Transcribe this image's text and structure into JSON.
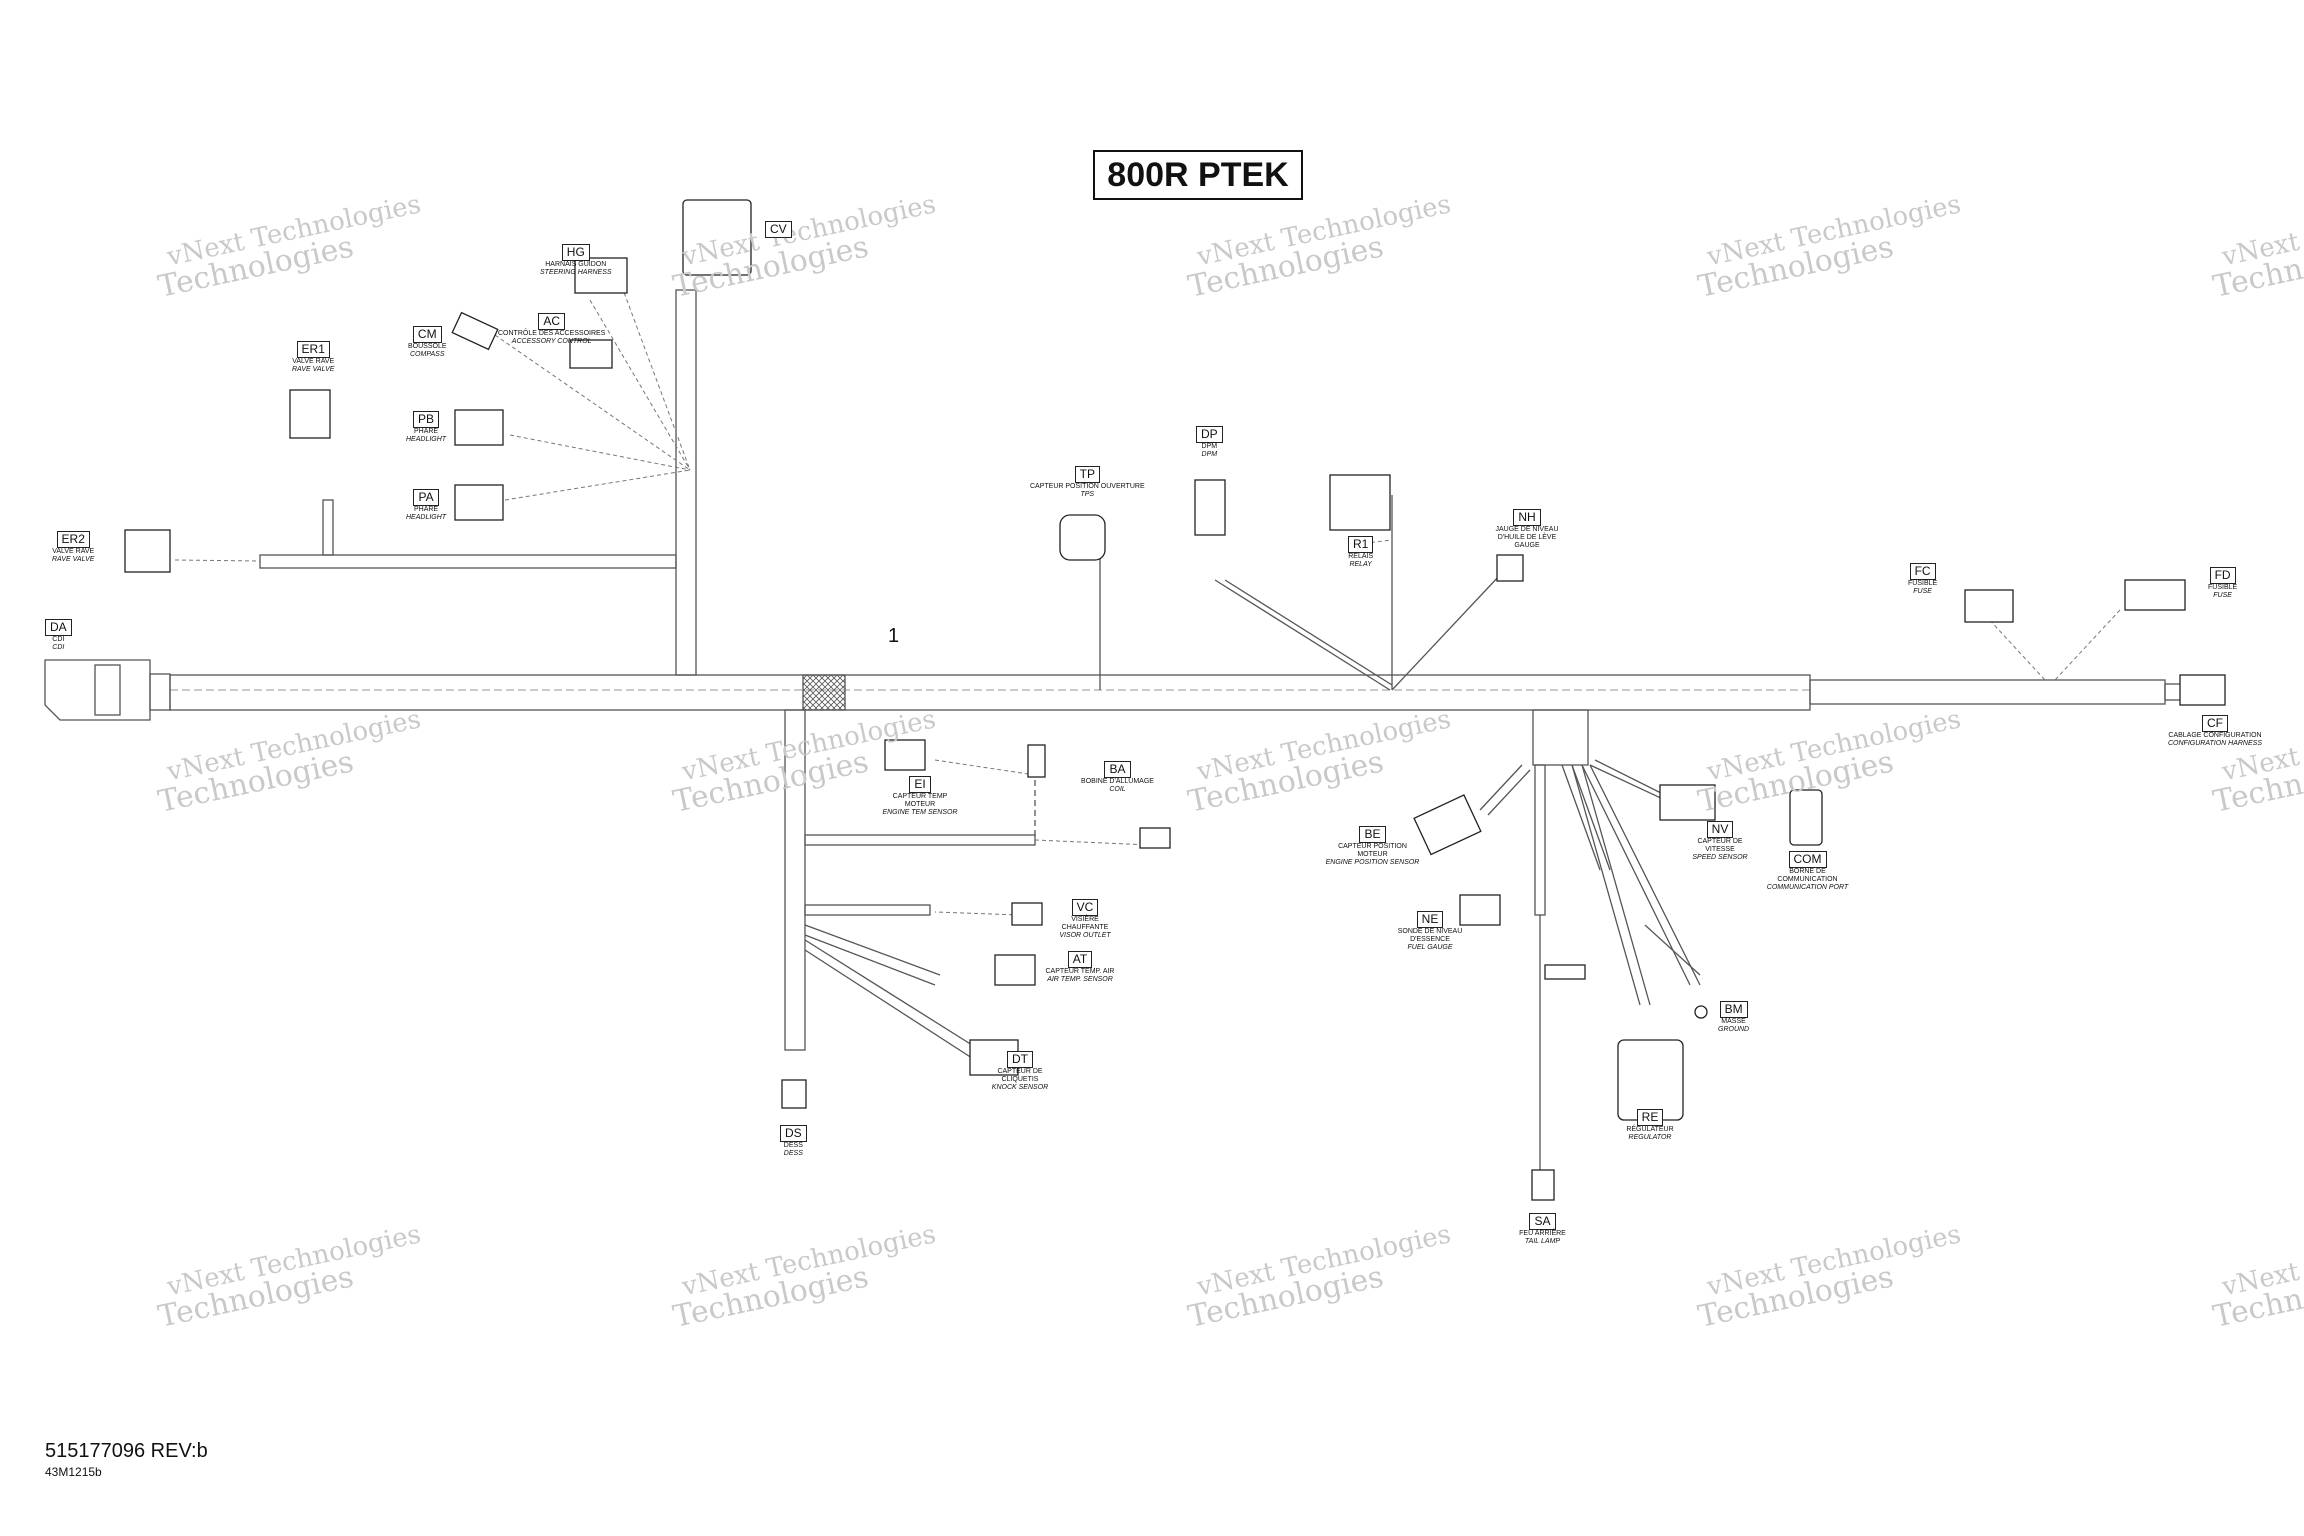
{
  "title": "800R PTEK",
  "part_number": "515177096 REV:b",
  "drawing_ref": "43M1215b",
  "callout": "1",
  "watermark": {
    "line1": "vNext Technologies",
    "line2": "Technologies"
  },
  "connectors": [
    {
      "code": "HG",
      "fr": "HARNAIS GUIDON",
      "en": "STEERING HARNESS"
    },
    {
      "code": "CV",
      "fr": "",
      "en": ""
    },
    {
      "code": "AC",
      "fr": "CONTRÔLE DES ACCESSOIRES",
      "en": "ACCESSORY CONTROL"
    },
    {
      "code": "CM",
      "fr": "BOUSSOLE",
      "en": "COMPASS"
    },
    {
      "code": "ER1",
      "fr": "VALVE RAVE",
      "en": "RAVE VALVE"
    },
    {
      "code": "PB",
      "fr": "PHARE",
      "en": "HEADLIGHT"
    },
    {
      "code": "PA",
      "fr": "PHARE",
      "en": "HEADLIGHT"
    },
    {
      "code": "ER2",
      "fr": "VALVE RAVE",
      "en": "RAVE VALVE"
    },
    {
      "code": "DA",
      "fr": "CDI",
      "en": "CDI"
    },
    {
      "code": "TP",
      "fr": "CAPTEUR POSITION OUVERTURE",
      "en": "TPS"
    },
    {
      "code": "DP",
      "fr": "DPM",
      "en": "DPM"
    },
    {
      "code": "R1",
      "fr": "RELAIS",
      "en": "RELAY"
    },
    {
      "code": "NH",
      "fr": "JAUGE DE NIVEAU D'HUILE DE LÈVE GAUGE",
      "en": ""
    },
    {
      "code": "FC",
      "fr": "FUSIBLE",
      "en": "FUSE"
    },
    {
      "code": "FD",
      "fr": "FUSIBLE",
      "en": "FUSE"
    },
    {
      "code": "CF",
      "fr": "CABLAGE CONFIGURATION",
      "en": "CONFIGURATION HARNESS"
    },
    {
      "code": "EI",
      "fr": "CAPTEUR TEMP MOTEUR",
      "en": "ENGINE TEM SENSOR"
    },
    {
      "code": "BA",
      "fr": "BOBINE D'ALLUMAGE",
      "en": "COIL"
    },
    {
      "code": "BE",
      "fr": "CAPTEUR POSITION MOTEUR",
      "en": "ENGINE POSITION SENSOR"
    },
    {
      "code": "NV",
      "fr": "CAPTEUR DE VITESSE",
      "en": "SPEED SENSOR"
    },
    {
      "code": "COM",
      "fr": "BORNE DE COMMUNICATION",
      "en": "COMMUNICATION PORT"
    },
    {
      "code": "VC",
      "fr": "VISIÈRE CHAUFFANTE",
      "en": "VISOR OUTLET"
    },
    {
      "code": "AT",
      "fr": "CAPTEUR TEMP. AIR",
      "en": "AIR TEMP. SENSOR"
    },
    {
      "code": "NE",
      "fr": "SONDE DE NIVEAU D'ESSENCE",
      "en": "FUEL GAUGE"
    },
    {
      "code": "BM",
      "fr": "MASSE",
      "en": "GROUND"
    },
    {
      "code": "DT",
      "fr": "CAPTEUR DE CLIQUETIS",
      "en": "KNOCK SENSOR"
    },
    {
      "code": "RE",
      "fr": "RÉGULATEUR",
      "en": "REGULATOR"
    },
    {
      "code": "DS",
      "fr": "DESS",
      "en": "DESS"
    },
    {
      "code": "SA",
      "fr": "FEU ARRIÈRE",
      "en": "TAIL LAMP"
    }
  ]
}
